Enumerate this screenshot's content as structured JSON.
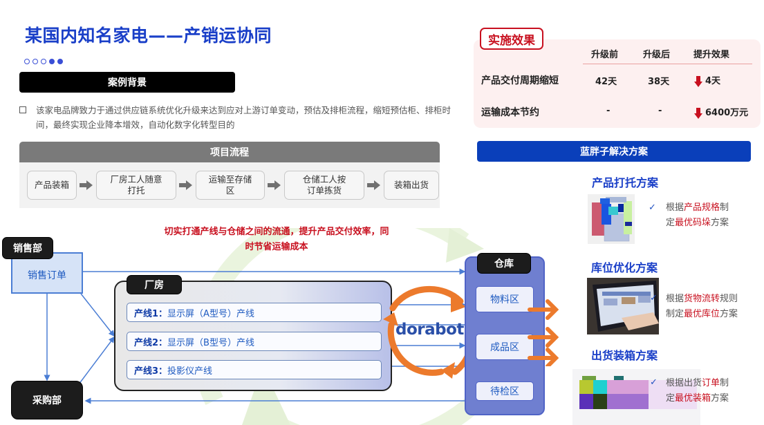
{
  "title": "某国内知名家电——产销运协同",
  "pagination": {
    "dots": [
      false,
      false,
      false,
      true,
      true
    ]
  },
  "background": {
    "header": "案例背景",
    "text": "该家电品牌致力于通过供应链系统优化升级来达到应对上游订单变动，预估及排柜流程，缩短预估柜、排柜时间，最终实现企业降本增效，自动化数字化转型目的"
  },
  "process": {
    "header": "项目流程",
    "steps": [
      {
        "label": "产品装箱"
      },
      {
        "label": "厂房工人随意打托"
      },
      {
        "label": "运输至存储区"
      },
      {
        "label": "仓储工人按订单拣货"
      },
      {
        "label": "装箱出货"
      }
    ]
  },
  "results": {
    "tag": "实施效果",
    "columns": [
      "升级前",
      "升级后",
      "提升效果"
    ],
    "rows": [
      {
        "label": "产品交付周期缩短",
        "before": "42天",
        "after": "38天",
        "effect": "4天"
      },
      {
        "label": "运输成本节约",
        "before": "-",
        "after": "-",
        "effect": "6400万元"
      }
    ],
    "accent_color": "#c8101f"
  },
  "solutions": {
    "header": "蓝胖子解决方案",
    "items": [
      {
        "title": "产品打托方案",
        "text_parts": [
          "根据",
          "产品规格",
          "制",
          "定",
          "最优码垛",
          "方案"
        ]
      },
      {
        "title": "库位优化方案",
        "text_parts": [
          "根据",
          "货物流转",
          "规则",
          "制定",
          "最优库位",
          "方案"
        ]
      },
      {
        "title": "出货装箱方案",
        "text_parts": [
          "根据出货",
          "订单",
          "制",
          "定",
          "最优装箱",
          "方案"
        ]
      }
    ],
    "brand_color": "#0a3fba"
  },
  "diagram": {
    "note_line1": "切实打通产线与仓储之间的流通，提升产品交付效率，同",
    "note_line2": "时节省运输成本",
    "sales_dept": "销售部",
    "sales_order": "销售订单",
    "purchase_dept": "采购部",
    "factory": {
      "label": "厂房",
      "lines": [
        {
          "name": "产线1：",
          "desc": "显示屏（A型号）产线"
        },
        {
          "name": "产线2：",
          "desc": "显示屏（B型号）产线"
        },
        {
          "name": "产线3：",
          "desc": "投影仪产线"
        }
      ]
    },
    "warehouse": {
      "label": "仓库",
      "zones": [
        "物料区",
        "成品区",
        "待检区"
      ]
    },
    "logo": "dorabot"
  }
}
